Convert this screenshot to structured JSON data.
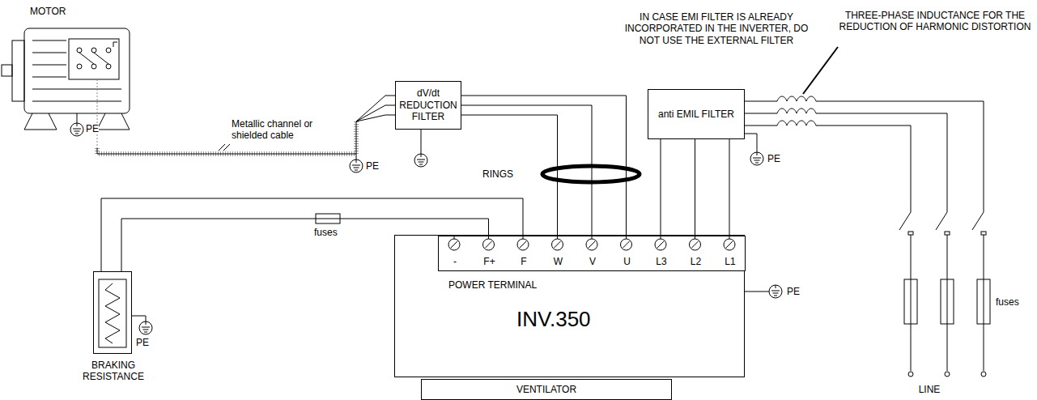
{
  "diagram": {
    "nodes": [
      {
        "text": [
          "MOTOR"
        ]
      },
      {
        "text": [
          "dV/dt REDUCTION FILTER"
        ]
      },
      {
        "text": [
          "anti EMIL FILTER"
        ]
      },
      {
        "text": [
          "BRAKING RESISTANCE"
        ]
      },
      {
        "text": [
          "POWER TERMINAL",
          "INV.350"
        ]
      },
      {
        "text": [
          "-",
          "F+",
          "F",
          "W",
          "V",
          "U",
          "L3",
          "L2",
          "L1"
        ],
        "in": 4
      },
      {
        "text": [
          "VENTILATOR"
        ]
      }
    ],
    "edges": [
      {
        "from": 0,
        "to": 1,
        "arrow": "none",
        "label": "Metallic channel or shielded cable"
      },
      {
        "from": 1,
        "to": 5,
        "arrow": "none"
      },
      {
        "from": 2,
        "to": 5,
        "arrow": "none"
      },
      {
        "from": 3,
        "to": 5,
        "arrow": "none"
      },
      {
        "from": 3,
        "to": 5,
        "arrow": "none"
      }
    ],
    "labels": [
      "PE",
      "PE",
      "PE",
      "PE",
      "PE",
      "RINGS",
      "fuses",
      "fuses",
      "LINE",
      "IN CASE EMI FILTER IS ALREADY INCORPORATED IN THE INVERTER, DO NOT USE THE EXTERNAL FILTER",
      "THREE-PHASE INDUCTANCE FOR THE REDUCTION OF HARMONIC DISTORTION"
    ]
  }
}
